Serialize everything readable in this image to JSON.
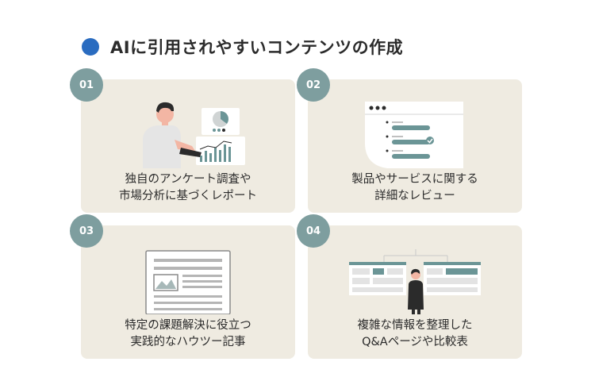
{
  "header": {
    "title": "AIに引用されやすいコンテンツの作成",
    "dot_color": "#2a6cc0"
  },
  "cards": [
    {
      "number": "01",
      "lines": [
        "独自のアンケート調査や",
        "市場分析に基づくレポート"
      ]
    },
    {
      "number": "02",
      "lines": [
        "製品やサービスに関する",
        "詳細なレビュー"
      ]
    },
    {
      "number": "03",
      "lines": [
        "特定の課題解決に役立つ",
        "実践的なハウツー記事"
      ]
    },
    {
      "number": "04",
      "lines": [
        "複雑な情報を整理した",
        "Q&Aページや比較表"
      ]
    }
  ],
  "colors": {
    "card_bg": "#efebe1",
    "badge": "#7e9e9f",
    "accent_teal": "#6b9596"
  },
  "icons": [
    "person-with-charts-illustration",
    "review-list-illustration",
    "article-illustration",
    "comparison-table-illustration"
  ]
}
